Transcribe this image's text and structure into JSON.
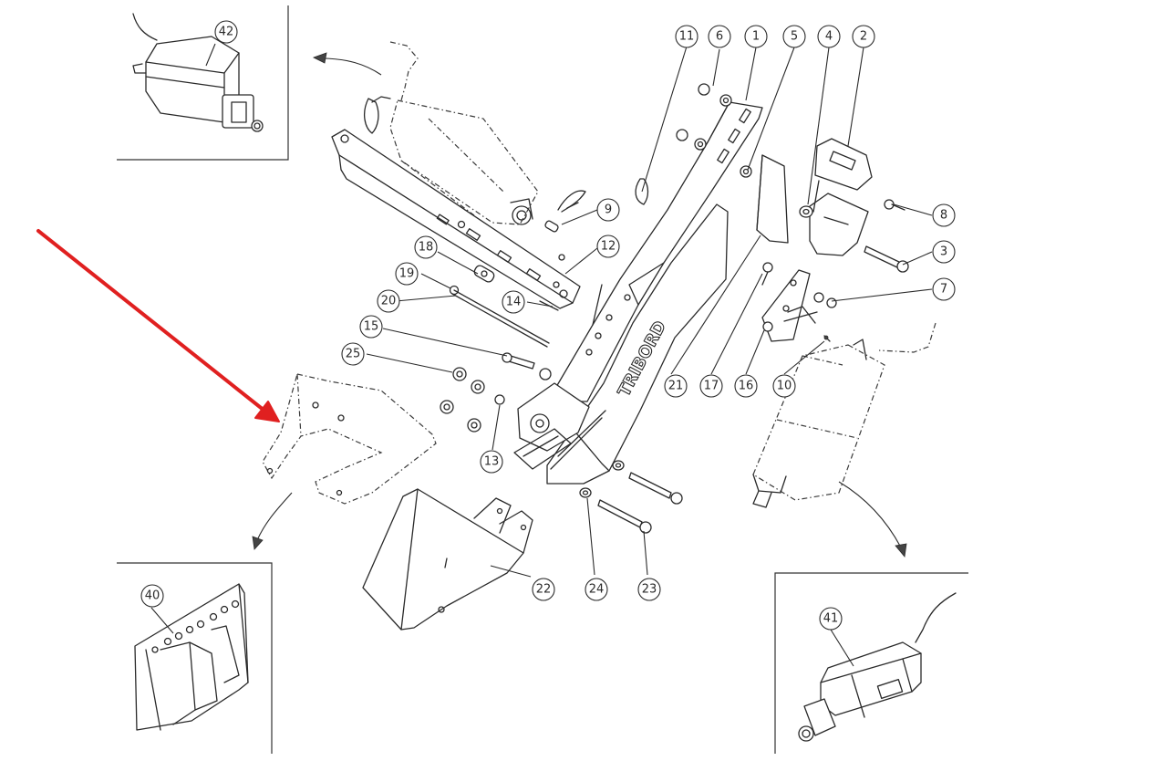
{
  "brand_text": "TRIBORD",
  "callouts": [
    {
      "id": "c1",
      "label": "1"
    },
    {
      "id": "c2",
      "label": "2"
    },
    {
      "id": "c3",
      "label": "3"
    },
    {
      "id": "c4",
      "label": "4"
    },
    {
      "id": "c5",
      "label": "5"
    },
    {
      "id": "c6",
      "label": "6"
    },
    {
      "id": "c7",
      "label": "7"
    },
    {
      "id": "c8",
      "label": "8"
    },
    {
      "id": "c9",
      "label": "9"
    },
    {
      "id": "c10",
      "label": "10"
    },
    {
      "id": "c11",
      "label": "11"
    },
    {
      "id": "c12",
      "label": "12"
    },
    {
      "id": "c13",
      "label": "13"
    },
    {
      "id": "c14",
      "label": "14"
    },
    {
      "id": "c15",
      "label": "15"
    },
    {
      "id": "c16",
      "label": "16"
    },
    {
      "id": "c17",
      "label": "17"
    },
    {
      "id": "c18",
      "label": "18"
    },
    {
      "id": "c19",
      "label": "19"
    },
    {
      "id": "c20",
      "label": "20"
    },
    {
      "id": "c21",
      "label": "21"
    },
    {
      "id": "c22",
      "label": "22"
    },
    {
      "id": "c23",
      "label": "23"
    },
    {
      "id": "c24",
      "label": "24"
    },
    {
      "id": "c25",
      "label": "25"
    },
    {
      "id": "c40",
      "label": "40"
    },
    {
      "id": "c41",
      "label": "41"
    },
    {
      "id": "c42",
      "label": "42"
    }
  ],
  "colors": {
    "line": "#2a2a2a",
    "highlight_arrow": "#e02020",
    "background": "#ffffff"
  }
}
